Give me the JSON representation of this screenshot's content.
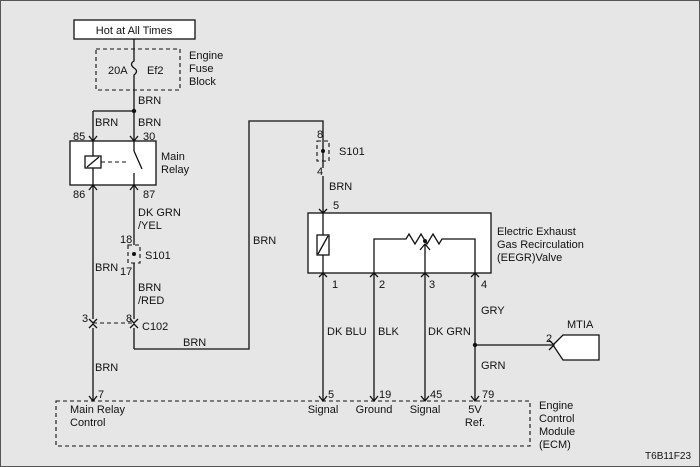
{
  "hot_label": "Hot at All Times",
  "fuse": {
    "rating": "20A",
    "id": "Ef2",
    "block_label": [
      "Engine",
      "Fuse",
      "Block"
    ]
  },
  "relay": {
    "name": [
      "Main",
      "Relay"
    ],
    "pins": {
      "p85": "85",
      "p30": "30",
      "p86": "86",
      "p87": "87"
    }
  },
  "splice_upper": {
    "name": "S101",
    "pin_in": "8",
    "pin_out": "4"
  },
  "splice_lower": {
    "name": "S101",
    "pin_in": "18",
    "pin_out": "17"
  },
  "connector": {
    "name": "C102",
    "pin_left": "3",
    "pin_right": "8"
  },
  "wire_colors": {
    "fuse_out": "BRN",
    "relay85": "BRN",
    "relay30": "BRN",
    "dkgrn_yel": [
      "DK GRN",
      "/YEL"
    ],
    "relay86_down": "BRN",
    "brn_red": [
      "BRN",
      "/RED"
    ],
    "harness_mid": "BRN",
    "harness_bottom": "BRN",
    "s101_to_valve": "BRN",
    "c102_to_ecm": "BRN",
    "valve1": "DK BLU",
    "valve2": "BLK",
    "valve3": "DK GRN",
    "valve4_top": "GRY",
    "valve4_bottom": "GRN"
  },
  "valve": {
    "name": [
      "Electric Exhaust",
      "Gas Recirculation",
      "(EEGR)Valve"
    ],
    "pins": {
      "p5": "5",
      "p1": "1",
      "p2": "2",
      "p3": "3",
      "p4": "4"
    }
  },
  "mtia": {
    "label": "MTIA",
    "pin": "2"
  },
  "ecm": {
    "name": [
      "Engine",
      "Control",
      "Module",
      "(ECM)"
    ],
    "pins": [
      {
        "num": "7",
        "label": [
          "Main Relay",
          "Control"
        ]
      },
      {
        "num": "5",
        "label": [
          "Signal"
        ]
      },
      {
        "num": "19",
        "label": [
          "Ground"
        ]
      },
      {
        "num": "45",
        "label": [
          "Signal"
        ]
      },
      {
        "num": "79",
        "label": [
          "5V",
          "Ref."
        ]
      }
    ]
  },
  "figure_id": "T6B11F23"
}
